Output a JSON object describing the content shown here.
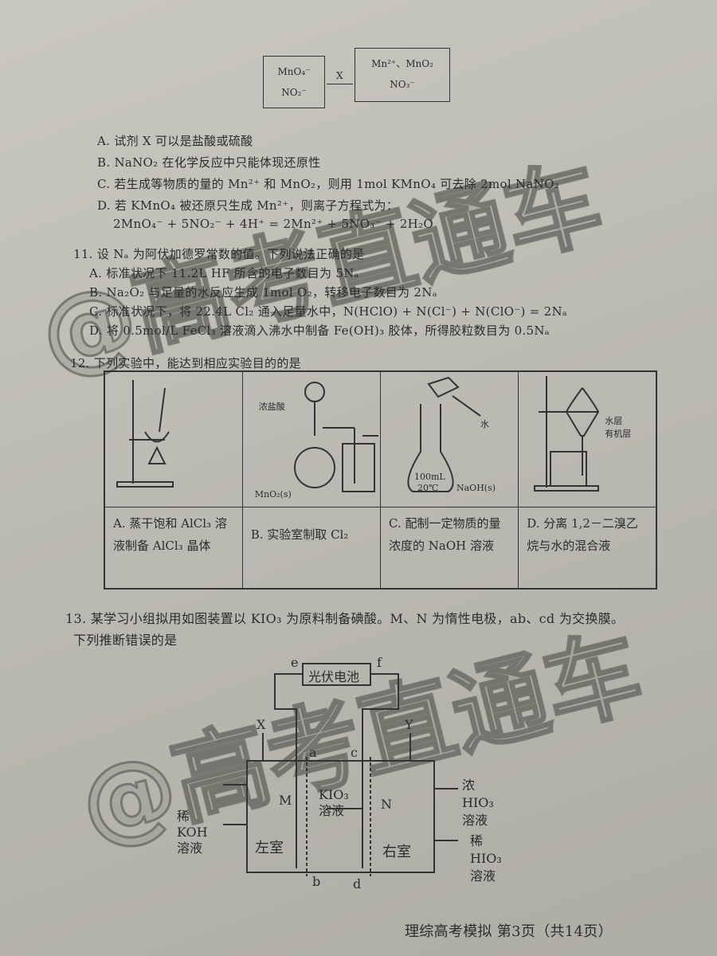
{
  "q10": {
    "diagram": {
      "left_top": "MnO₄⁻",
      "left_bottom": "NO₂⁻",
      "arrow_label": "X",
      "right_top": "Mn²⁺、MnO₂",
      "right_bottom": "NO₃⁻"
    },
    "options": [
      "A. 试剂 X 可以是盐酸或硫酸",
      "B. NaNO₂ 在化学反应中只能体现还原性",
      "C. 若生成等物质的量的 Mn²⁺ 和 MnO₂，则用 1mol KMnO₄ 可去除 2mol NaNO₂",
      "D. 若 KMnO₄ 被还原只生成 Mn²⁺，则离子方程式为：",
      "2MnO₄⁻ + 5NO₂⁻ + 4H⁺ = 2Mn²⁺ + 5NO₃⁻ + 2H₂O"
    ]
  },
  "q11": {
    "stem": "11. 设 Nₐ 为阿伏加德罗常数的值。下列说法正确的是",
    "options": [
      "A. 标准状况下 11.2L HF 所含的电子数目为 5Nₐ",
      "B. Na₂O₂ 与足量的水反应生成 1mol O₂，转移电子数目为 2Nₐ",
      "C. 标准状况下，将 22.4L Cl₂ 通入足量水中，N(HClO) + N(Cl⁻) + N(ClO⁻) = 2Nₐ",
      "D. 将 0.5mol/L FeCl₃ 溶液滴入沸水中制备 Fe(OH)₃ 胶体，所得胶粒数目为 0.5Nₐ"
    ]
  },
  "q12": {
    "stem": "12. 下列实验中，能达到相应实验目的的是",
    "labels": {
      "b_acid": "浓盐酸",
      "b_solid": "MnO₂(s)",
      "c_water": "水",
      "c_flask": "100mL",
      "c_temp": "20℃",
      "c_solid": "NaOH(s)",
      "d_water": "水层",
      "d_org": "有机层"
    },
    "options": [
      "A. 蒸干饱和 AlCl₃ 溶液制备 AlCl₃ 晶体",
      "B. 实验室制取 Cl₂",
      "C. 配制一定物质的量浓度的 NaOH 溶液",
      "D. 分离 1,2－二溴乙烷与水的混合液"
    ]
  },
  "q13": {
    "stem1": "13. 某学习小组拟用如图装置以 KIO₃ 为原料制备碘酸。M、N 为惰性电极，ab、cd 为交换膜。",
    "stem2": "下列推断错误的是",
    "diagram": {
      "cell": "光伏电池",
      "e": "e",
      "f": "f",
      "x": "X",
      "y": "Y",
      "a": "a",
      "c": "c",
      "b": "b",
      "d": "d",
      "m": "M",
      "n": "N",
      "mid": "KIO₃溶液",
      "left": "左室",
      "right": "右室",
      "in_left": "稀KOH溶液",
      "out_right": "浓HIO₃溶液",
      "in_right": "稀HIO₃溶液"
    }
  },
  "footer": "理综高考模拟  第3页（共14页）",
  "watermark": "@高考直通车"
}
